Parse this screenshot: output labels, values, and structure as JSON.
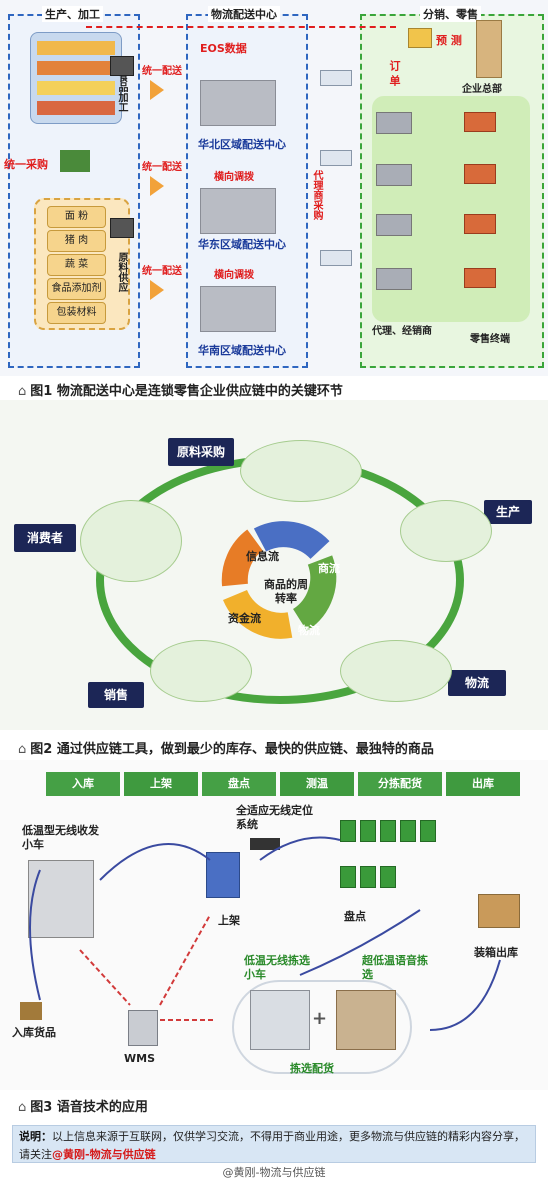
{
  "fig1": {
    "sections": {
      "production": "生产、加工",
      "dc": "物流配送中心",
      "retail": "分销、零售"
    },
    "ingredients": [
      "面 粉",
      "猪 肉",
      "蔬 菜",
      "食品添加剂",
      "包装材料"
    ],
    "labels": {
      "food_processing": "食品加工",
      "raw_supply": "原料供应",
      "unified_purchase": "统一采购",
      "unified_delivery": "统一配送",
      "eos": "EOS数据",
      "forecast": "预 测",
      "order": "订 单",
      "hq": "企业总部",
      "dc_north": "华北区域配送中心",
      "dc_east": "华东区域配送中心",
      "dc_south": "华南区域配送中心",
      "cross_transfer": "横向调拨",
      "agent_purchase": "代理商采购",
      "agents": "代理、经销商",
      "terminal": "零售终端"
    },
    "caption": "图1  物流配送中心是连锁零售企业供应链中的关键环节"
  },
  "fig2": {
    "nodes": {
      "raw": "原料采购",
      "production": "生产",
      "logistics": "物流",
      "sales": "销售",
      "consumer": "消费者"
    },
    "flows": {
      "info": "信息流",
      "commerce": "商流",
      "logistics": "物流",
      "fund": "资金流",
      "center": "商品的周转率"
    },
    "caption": "图2  通过供应链工具，做到最少的库存、最快的供应链、最独特的商品"
  },
  "fig3": {
    "steps": [
      "入库",
      "上架",
      "盘点",
      "测温",
      "分拣配货",
      "出库"
    ],
    "labels": {
      "rf_cart": "低温型无线收发小车",
      "positioning": "全适应无线定位系统",
      "shelving": "上架",
      "inventory": "盘点",
      "inbound_goods": "入库货品",
      "wms": "WMS",
      "cold_cart": "低温无线拣选小车",
      "voice_pick": "超低温语音拣选",
      "picking": "拣选配货",
      "outbound": "装箱出库"
    },
    "caption": "图3  语音技术的应用"
  },
  "note": {
    "prefix": "说明：",
    "body": "以上信息来源于互联网，仅供学习交流，不得用于商业用途，更多物流与供应链的精彩内容分享，请关注",
    "link": "@黄刚-物流与供应链"
  },
  "watermark": "@黄刚-物流与供应链",
  "colors": {
    "navy": "#1c2656",
    "step_green": "#3f9a3f",
    "red": "#e01e1e",
    "blue": "#1a3a9a"
  }
}
